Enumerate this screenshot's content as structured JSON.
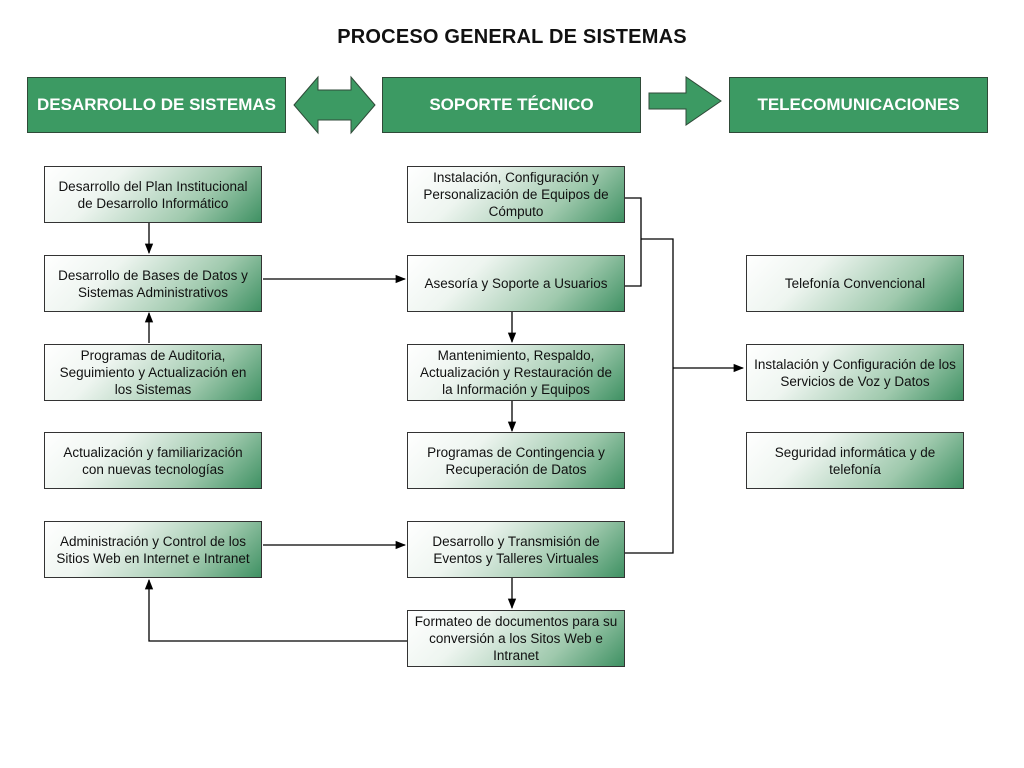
{
  "title": "PROCESO GENERAL DE SISTEMAS",
  "headers": {
    "desarrollo": "DESARROLLO DE SISTEMAS",
    "soporte": "SOPORTE TÉCNICO",
    "telecom": "TELECOMUNICACIONES"
  },
  "colors": {
    "header_fill": "#3c9a63",
    "box_gradient_end": "#3f9163",
    "arrow_fill": "#3c9a63"
  },
  "desarrollo": [
    "Desarrollo del Plan Institucional de Desarrollo Informático",
    "Desarrollo de Bases de Datos y Sistemas Administrativos",
    "Programas de Auditoria, Seguimiento y Actualización en los Sistemas",
    "Actualización y familiarización con nuevas tecnologías",
    "Administración y Control de los Sitios Web en Internet e Intranet"
  ],
  "soporte": [
    "Instalación, Configuración y Personalización de Equipos de Cómputo",
    "Asesoría y Soporte a Usuarios",
    "Mantenimiento, Respaldo, Actualización y Restauración de la Información y Equipos",
    "Programas de Contingencia y Recuperación de Datos",
    "Desarrollo y Transmisión de Eventos y Talleres Virtuales",
    "Formateo de documentos para su conversión a los Sitos Web e Intranet"
  ],
  "telecom": [
    "Telefonía Convencional",
    "Instalación y Configuración de los Servicios de Voz y Datos",
    "Seguridad informática y de telefonía"
  ]
}
